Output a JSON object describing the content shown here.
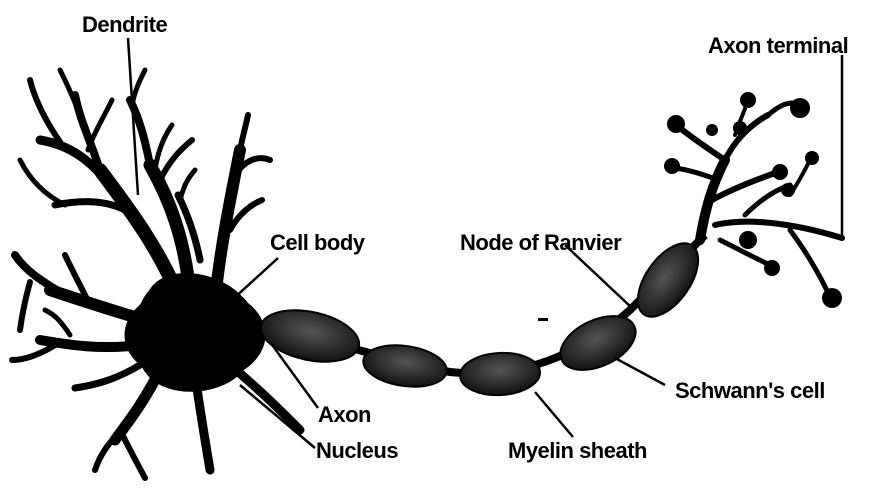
{
  "labels": {
    "dendrite": "Dendrite",
    "axon_terminal": "Axon terminal",
    "cell_body": "Cell body",
    "node_of_ranvier": "Node of Ranvier",
    "schwanns_cell": "Schwann's cell",
    "axon": "Axon",
    "nucleus": "Nucleus",
    "myelin_sheath": "Myelin sheath"
  },
  "colors": {
    "ink": "#000000",
    "myelin": "#2a2a2a",
    "background": "#ffffff"
  }
}
